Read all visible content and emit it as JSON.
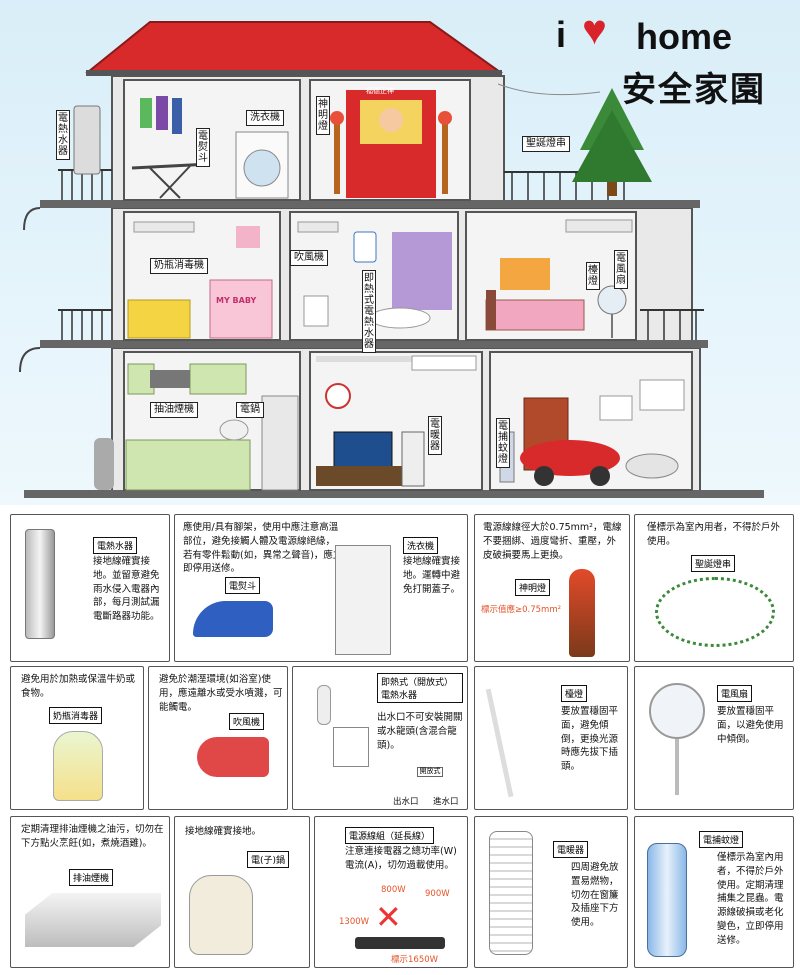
{
  "title": {
    "prefix": "i",
    "heart": "♥",
    "word": "home",
    "subtitle": "安全家園"
  },
  "house_labels": {
    "water_heater": "電熱水器",
    "iron": "電熨斗",
    "washer": "洗衣機",
    "altar_lamp": "神明燈",
    "xmas_lights": "聖誕燈串",
    "bottle_sterilizer": "奶瓶消毒機",
    "hair_dryer": "吹風機",
    "instant_heater": "即熱式電熱水器",
    "desk_lamp": "檯燈",
    "fan": "電風扇",
    "range_hood": "抽油煙機",
    "rice_cooker": "電鍋",
    "space_heater": "電暖器",
    "mosquito_trap": "電捕蚊燈",
    "baby_sign": "MY BABY",
    "altar_banner": "福德正神"
  },
  "panels": {
    "water_heater": {
      "tag": "電熱水器",
      "text": "接地線確實接地。並留意避免雨水侵入電器內部，每月測試漏電斷路器功能。"
    },
    "iron_washer": {
      "text": "應使用/具有腳架，使用中應注意高溫部位，避免接觸人體及電源線絕緣，若有零件鬆動(如，異常之聲音)，應立即停用送修。",
      "iron_tag": "電熨斗",
      "washer_tag": "洗衣機",
      "washer_text": "接地線確實接地。運轉中避免打開蓋子。"
    },
    "altar_lamp": {
      "text": "電源線線徑大於0.75mm²，電線不要捆綁、過度彎折、重壓，外皮破損要馬上更換。",
      "tag": "神明燈",
      "note": "標示值應≥0.75mm²"
    },
    "xmas_lights": {
      "text": "僅標示為室內用者，不得於戶外使用。",
      "tag": "聖誕燈串"
    },
    "sterilizer": {
      "text": "避免用於加熱或保溫牛奶或食物。",
      "tag": "奶瓶消毒器"
    },
    "hair_dryer": {
      "text": "避免於潮溼環境(如浴室)使用，應遠離水或受水噴濺，可能觸電。",
      "tag": "吹風機"
    },
    "instant_heater": {
      "tag": "即熱式（開放式）電熱水器",
      "text": "出水口不可安裝開關或水龍頭(含混合龍頭)。",
      "box_label": "開放式",
      "out_label": "出水口",
      "in_label": "進水口"
    },
    "desk_lamp": {
      "tag": "檯燈",
      "text": "要放置穩固平面，避免傾倒，更換光源時應先拔下插頭。"
    },
    "fan": {
      "tag": "電風扇",
      "text": "要放置穩固平面，以避免使用中傾倒。"
    },
    "range_hood": {
      "text": "定期清理排油煙機之油污，切勿在下方點火烹飪(如，煮燒酒雞)。",
      "tag": "排油煙機"
    },
    "rice_cooker": {
      "text": "接地線確實接地。",
      "tag": "電(子)鍋"
    },
    "power_strip": {
      "tag": "電源線組（延長線）",
      "text": "注意連接電器之總功率(W)電流(A)，切勿過載使用。",
      "w1": "1300W",
      "w2": "800W",
      "w3": "900W",
      "rating": "標示1650W"
    },
    "space_heater": {
      "tag": "電暖器",
      "text": "四周避免放置易燃物，切勿在窗簾及插座下方使用。"
    },
    "mosquito_trap": {
      "tag": "電捕蚊燈",
      "text": "僅標示為室內用者，不得於戶外使用。定期清理捕集之昆蟲。電源線破損或老化變色，立即停用送修。"
    }
  },
  "colors": {
    "roof": "#d8292b",
    "wall": "#f3f3f3",
    "heart": "#d8232a",
    "warning": "#e6542a",
    "tree": "#3b8a3a"
  }
}
